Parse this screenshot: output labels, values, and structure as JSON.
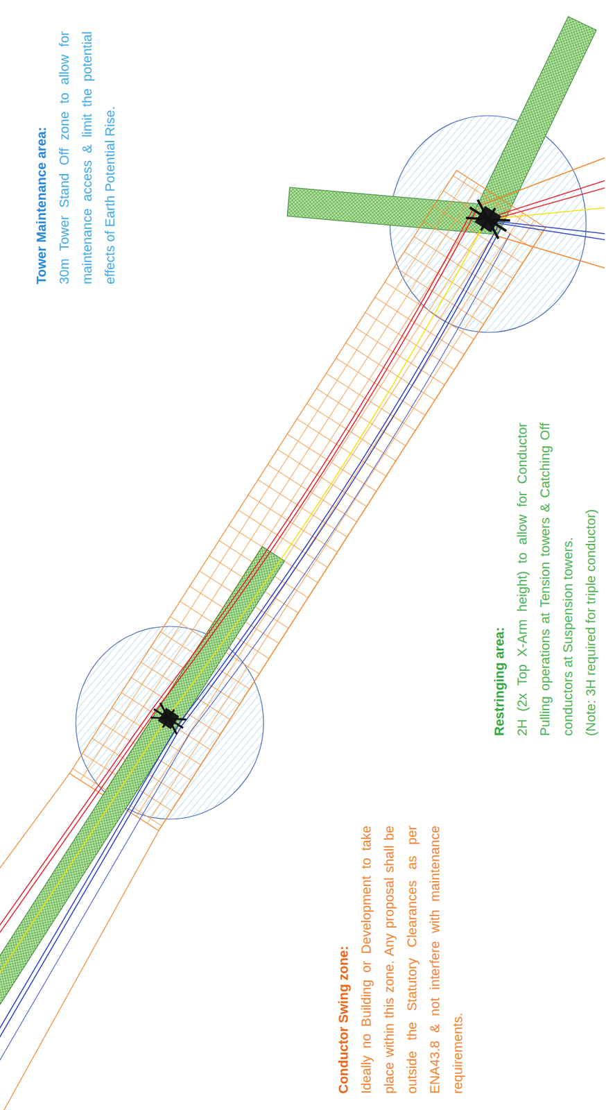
{
  "diagram": {
    "labels": [
      "Tower Maintenance area:",
      "30m Tower Stand Off zone to allow for maintenance access & limit the potential effects of Earth Potential Rise.",
      "Conductor Swing zone:",
      "Ideally no Building or Development to take place within this zone. Any proposal shall be outside the Statutory Clearances as per ENA43.8 & not interfere with maintenance requirements.",
      "Restringing area:",
      "2H (2x Top X-Arm height) to allow for Conductor Pulling operations at Tension towers & Catching Off conductors at Suspension towers.",
      "(Note: 3H required for triple conductor)"
    ]
  }
}
